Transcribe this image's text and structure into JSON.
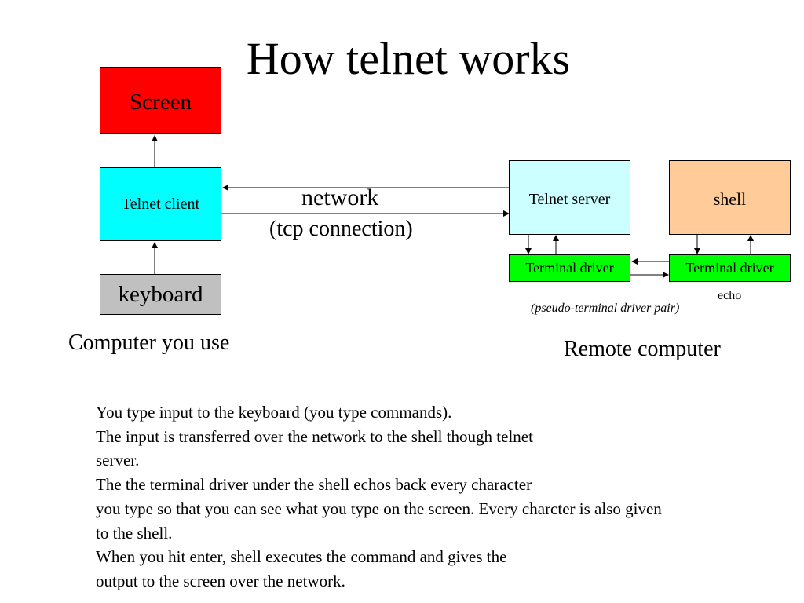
{
  "title": "How telnet works",
  "colors": {
    "screen": "#ff0000",
    "telnet_client": "#00ffff",
    "keyboard": "#c0c0c0",
    "telnet_server": "#ccffff",
    "shell": "#ffcc99",
    "terminal_driver": "#00ff00"
  },
  "local": {
    "screen": "Screen",
    "telnet_client": "Telnet client",
    "keyboard": "keyboard",
    "caption": "Computer you use"
  },
  "network": {
    "label": "network",
    "sublabel": "(tcp connection)"
  },
  "remote": {
    "telnet_server": "Telnet server",
    "shell": "shell",
    "terminal_driver_left": "Terminal driver",
    "terminal_driver_right": "Terminal driver",
    "echo": "echo",
    "pair_note": "(pseudo-terminal  driver pair)",
    "caption": "Remote computer"
  },
  "description": [
    "You type input to the keyboard (you type commands).",
    "The input is transferred over the network to the shell though telnet",
    "server.",
    "The  the terminal driver under the shell  echos back every character",
    "you type so that you can see what you type on the screen. Every charcter is also given",
    "to the shell.",
    "When you hit enter, shell executes the command and gives the",
    "output to the screen over the network."
  ]
}
